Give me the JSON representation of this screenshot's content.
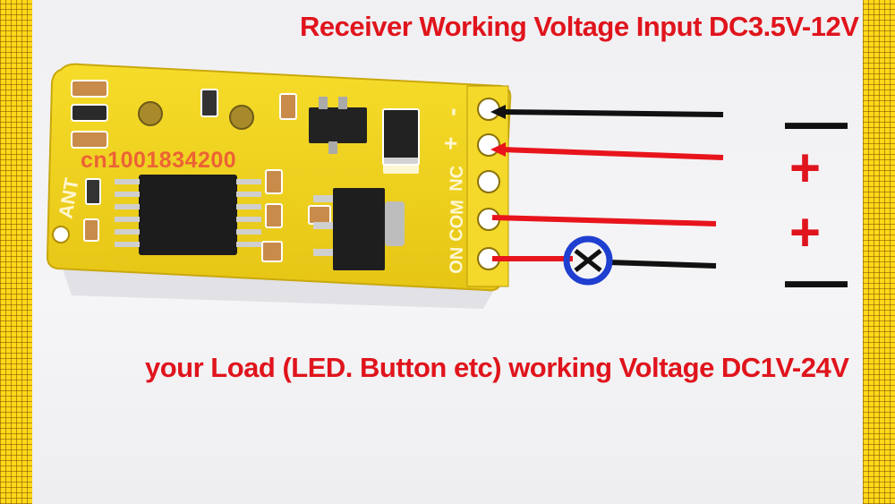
{
  "captions": {
    "top": "Receiver Working Voltage Input DC3.5V-12V",
    "bottom": "your Load (LED. Button etc) working Voltage DC1V-24V"
  },
  "watermark": "cn1001834200",
  "board_labels": {
    "ant": "ANT",
    "minus": "-",
    "plus": "+",
    "nc": "NC",
    "com": "COM",
    "on": "ON"
  },
  "polarity_signs": [
    "—",
    "+",
    "+",
    "—"
  ],
  "colors": {
    "caption": "#e0141c",
    "board": "#f1d21c",
    "wire_red": "#e8141c",
    "wire_black": "#111111",
    "switch_ring": "#1f3fd0",
    "frame": "#ffd81a"
  },
  "icons": [
    "switch-icon"
  ]
}
